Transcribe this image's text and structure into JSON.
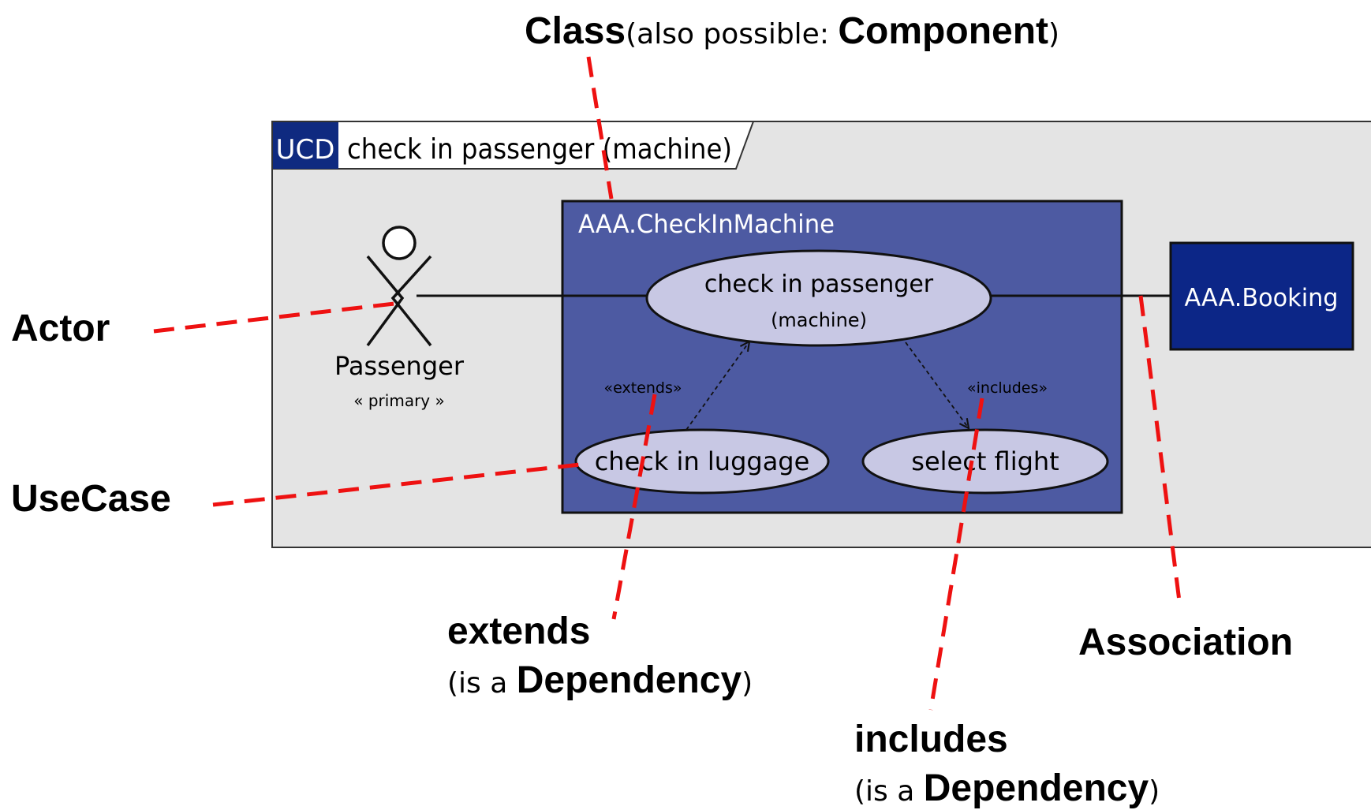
{
  "colors": {
    "frame_bg": "#e4e4e4",
    "tag_bg": "#0f2a80",
    "class_fill": "#4d5aa2",
    "booking_fill": "#0c2687",
    "usecase_fill": "#c8c8e4",
    "annotation_line": "#ee1111"
  },
  "frame": {
    "tag": "UCD",
    "title": "check in passenger (machine)"
  },
  "actor": {
    "name": "Passenger",
    "stereotype": "« primary »"
  },
  "class_box": {
    "name": "AAA.CheckInMachine"
  },
  "booking": {
    "name": "AAA.Booking"
  },
  "usecases": {
    "main_line1": "check in passenger",
    "main_line2": "(machine)",
    "luggage": "check in luggage",
    "flight": "select flight"
  },
  "stereotypes": {
    "extends": "«extends»",
    "includes": "«includes»"
  },
  "annotations": {
    "class_bold": "Class",
    "class_mid": "(also possible: ",
    "class_comp": "Component",
    "class_end": ")",
    "actor": "Actor",
    "usecase": "UseCase",
    "extends": "extends",
    "extends_sub_open": "(is a ",
    "extends_sub_bold": "Dependency",
    "extends_sub_close": ")",
    "association": "Association",
    "includes": "includes",
    "includes_sub_open": "(is a ",
    "includes_sub_bold": "Dependency",
    "includes_sub_close": ")"
  }
}
